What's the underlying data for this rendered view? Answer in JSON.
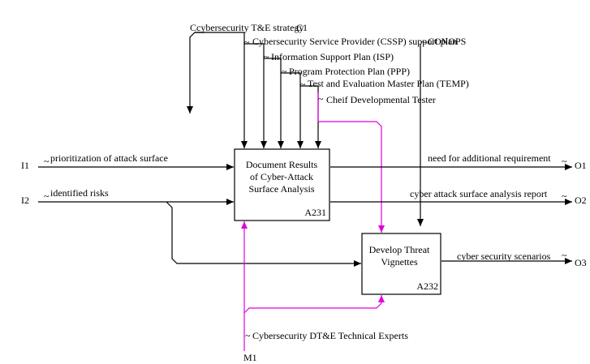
{
  "control_label": "C1",
  "control_label_prefix": "C",
  "controls": [
    "cybersecurity T&E strategy",
    "Cybersecurity Service Provider (CSSP) support plan",
    "CONOPS",
    "Information Support Plan (ISP)",
    "Program Protection Plan (PPP)",
    "Test and Evaluation Master Plan (TEMP)",
    "Cheif Developmental Tester"
  ],
  "inputs": [
    {
      "code": "I1",
      "label": "prioritization of attack surface"
    },
    {
      "code": "I2",
      "label": "identified risks"
    }
  ],
  "outputs": [
    {
      "code": "O1",
      "label": "need for additional requirement"
    },
    {
      "code": "O2",
      "label": "cyber attack surface analysis report"
    },
    {
      "code": "O3",
      "label": "cyber security scenarios"
    }
  ],
  "mechanism": {
    "code": "M1",
    "label": "Cybersecurity DT&E Technical Experts"
  },
  "activities": [
    {
      "id": "A231",
      "lines": [
        "Document Results",
        "of Cyber-Attack",
        "Surface Analysis"
      ]
    },
    {
      "id": "A232",
      "lines": [
        "Develop Threat",
        "Vignettes"
      ]
    }
  ],
  "colors": {
    "line": "#000000",
    "mechanism_line": "#e000e0"
  }
}
